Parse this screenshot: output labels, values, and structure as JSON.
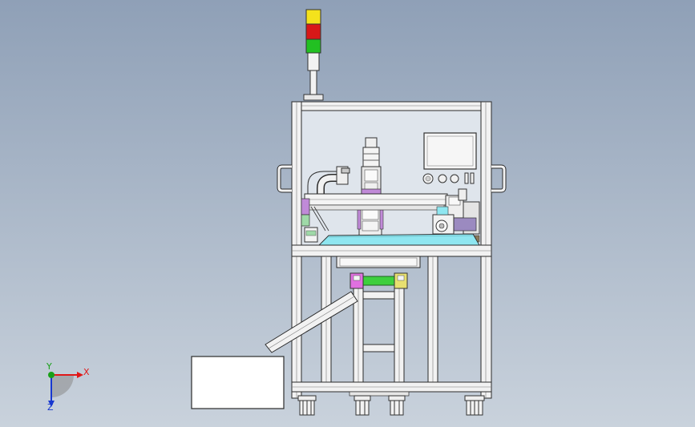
{
  "view": {
    "background_top": "#8fa0b7",
    "background_bottom": "#c9d2dc"
  },
  "triad": {
    "x_label": "X",
    "y_label": "Y",
    "z_label": "Z",
    "x_color": "#e01818",
    "y_color": "#18a018",
    "z_color": "#1838d0"
  },
  "signal_tower": {
    "lamps": [
      "yellow",
      "red",
      "green"
    ],
    "lamp_colors": [
      "#f4e21c",
      "#d81818",
      "#22c022"
    ]
  },
  "colors": {
    "frame": "#f2f2f2",
    "frame_edge": "#2b2b2b",
    "panel_glass": "#dfe5ec",
    "conveyor_plate": "#8fe6f0",
    "cylinder_body": "#3ecf3e",
    "cylinder_cap_left": "#e070e0",
    "cylinder_cap_right": "#e8e070",
    "bracket_purple": "#b080d0"
  }
}
